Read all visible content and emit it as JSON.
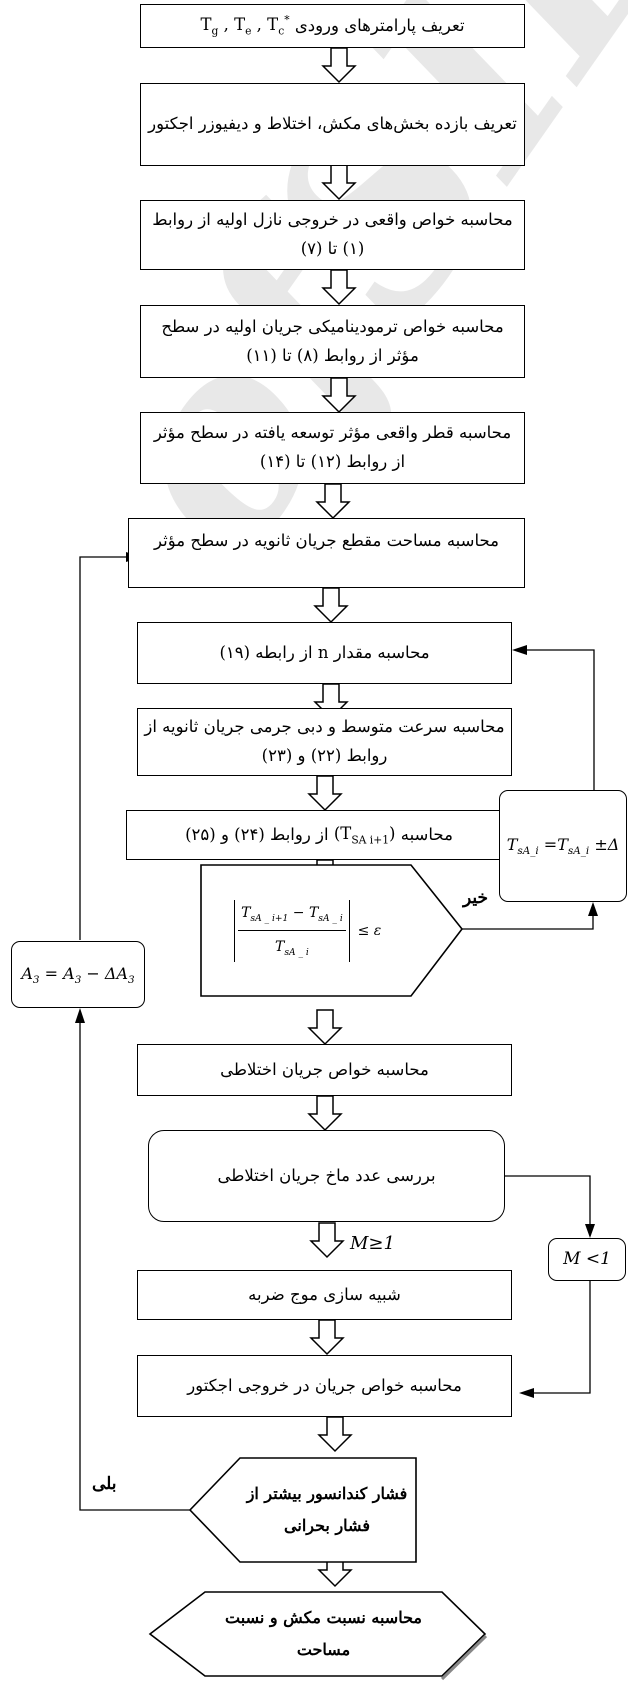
{
  "steps": {
    "s1": "تعریف پارامترهای ورودی",
    "s1_vars": "T_g , T_e , T_c*",
    "s2": "تعریف بازده بخش‌های مکش، اختلاط و دیفیوزر اجکتور",
    "s3": "محاسبه خواص واقعی در خروجی نازل اولیه از روابط (۱) تا (۷)",
    "s4": "محاسبه خواص ترمودینامیکی جریان اولیه در سطح مؤثر  از روابط (۸) تا (۱۱)",
    "s5": "محاسبه قطر واقعی مؤثر توسعه یافته در سطح مؤثر از روابط (۱۲) تا (۱۴)",
    "s6": "محاسبه مساحت مقطع جریان ثانویه در سطح مؤثر",
    "s7_pre": "محاسبه مقدار",
    "s7_var": "n",
    "s7_post": "از رابطه (۱۹)",
    "s8": "محاسبه سرعت متوسط و دبی جرمی جریان ثانویه از روابط (۲۲) و (۲۳)",
    "s9_pre": "محاسبه",
    "s9_var": "(T_SA i+1)",
    "s9_post": "از روابط (۲۴) و (۲۵)",
    "s10": "محاسبه خواص جریان اختلاطی",
    "s11": "بررسی عدد ماخ جریان اختلاطی",
    "s12": "شبیه سازی موج ضربه",
    "s13": "محاسبه خواص جریان در خروجی اجکتور",
    "s14": "فشار کندانسور بیشتر از فشار بحرانی",
    "s15": "محاسبه نسبت مکش و نسبت مساحت"
  },
  "formulas": {
    "convergence": "|(T_sA_i+1 − T_sA_i) / T_sA_i| ≤ ε",
    "update_T": "T_sA_i = T_sA_i ± Δ",
    "update_A3": "A3 = A3 − ΔA3",
    "mach_ge": "M≥1",
    "mach_lt": "M <1"
  },
  "labels": {
    "no": "خیر",
    "yes": "بلی"
  },
  "watermark": "ofSID"
}
